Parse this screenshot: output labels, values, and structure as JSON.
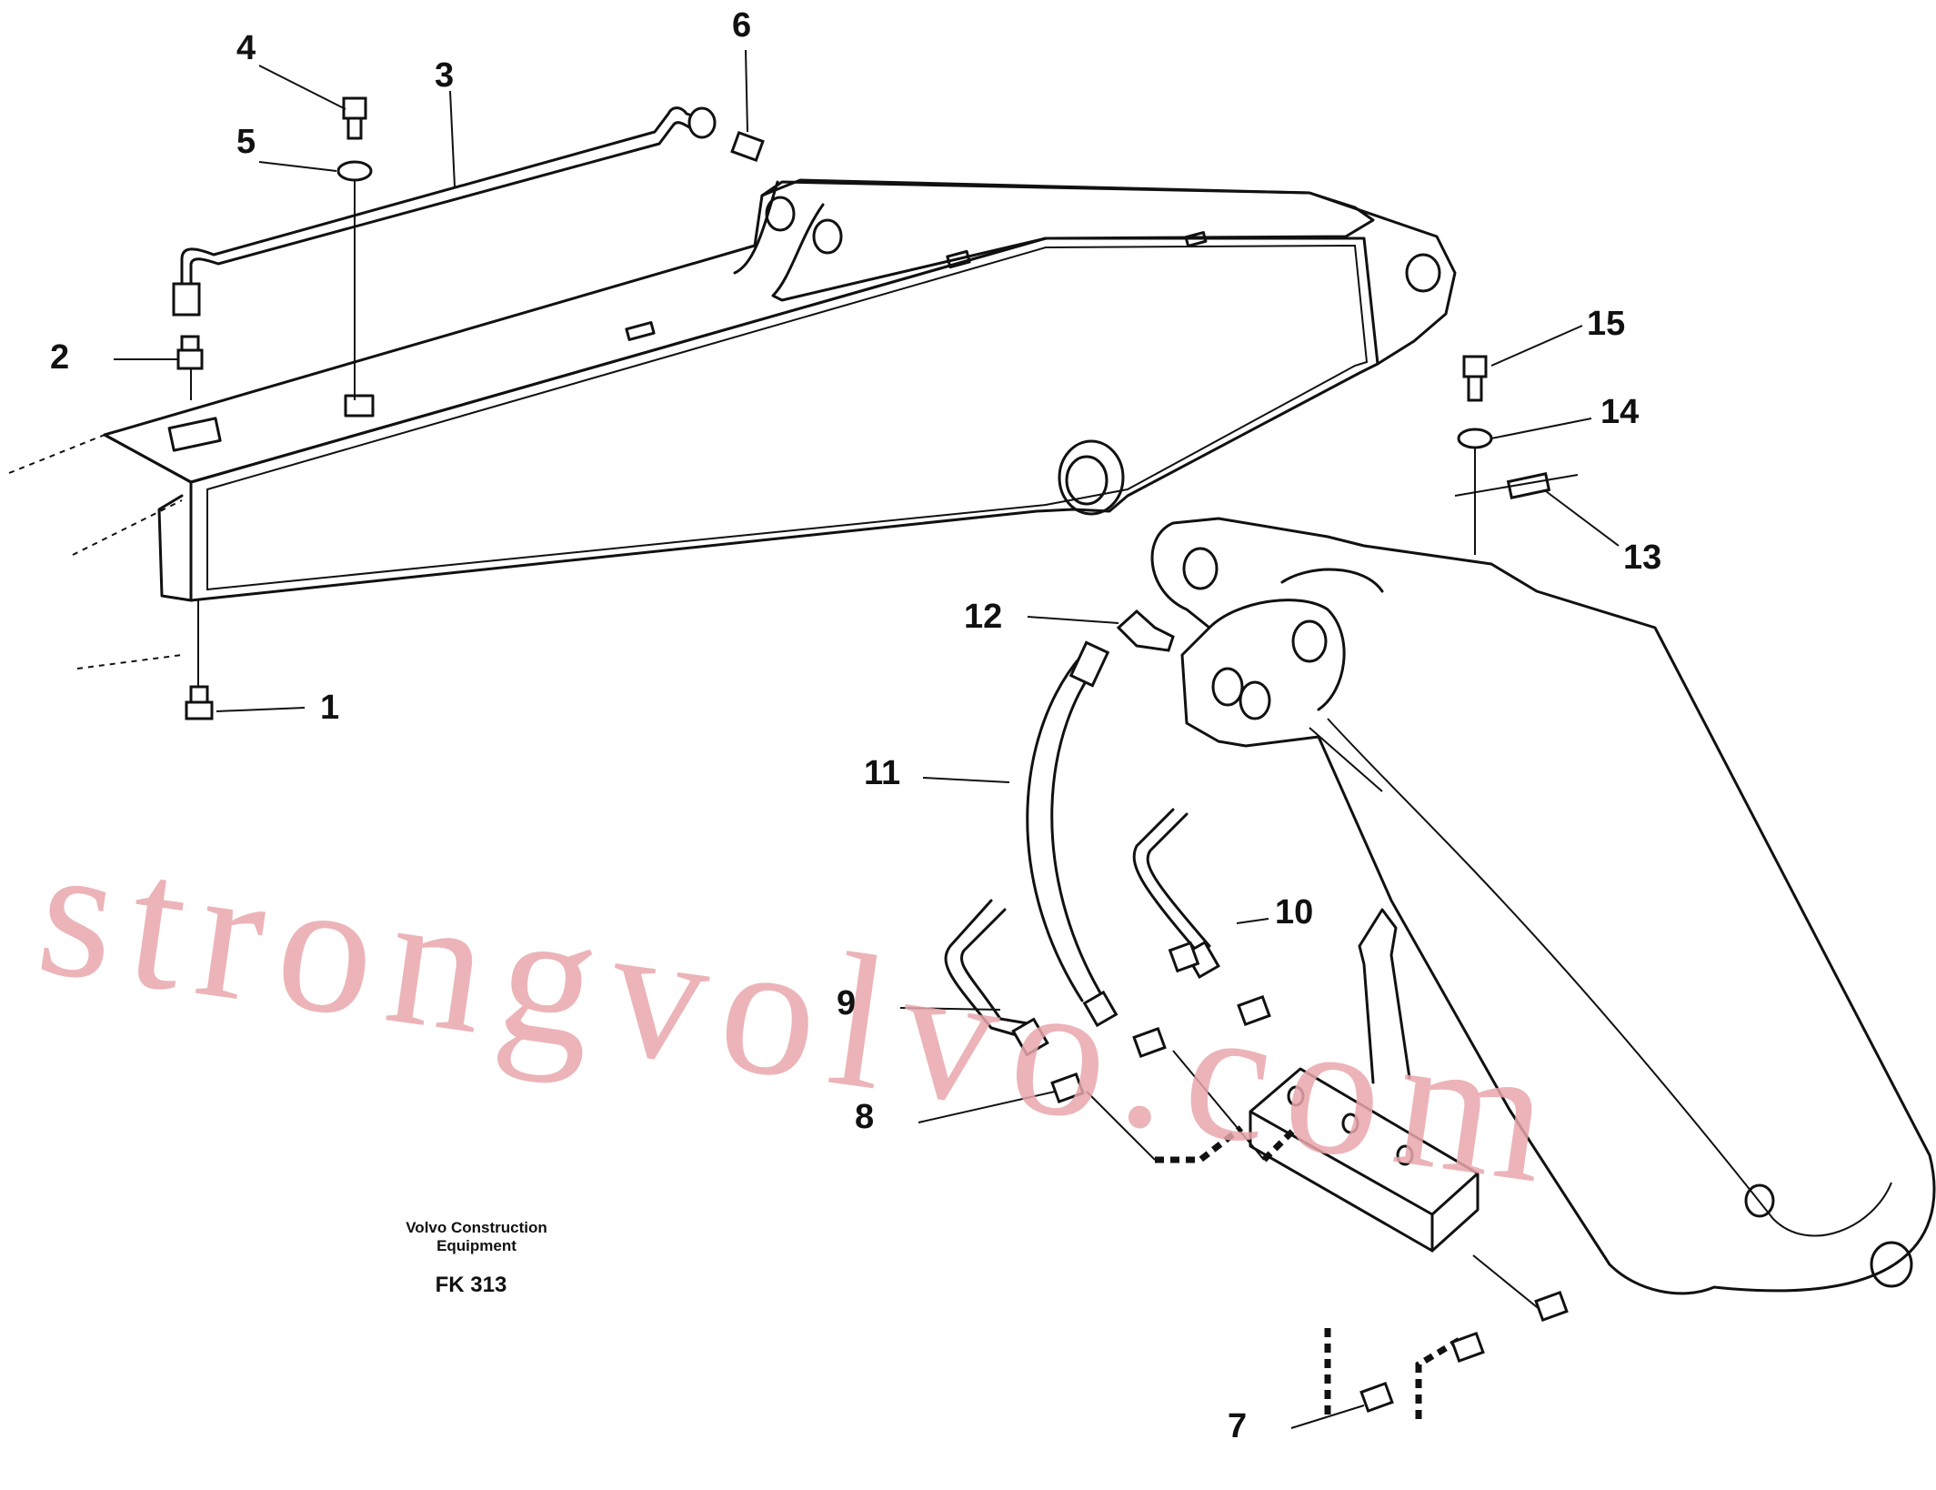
{
  "parts": [
    {
      "id": "label-1",
      "text": "1"
    },
    {
      "id": "label-2",
      "text": "2"
    },
    {
      "id": "label-3",
      "text": "3"
    },
    {
      "id": "label-4",
      "text": "4"
    },
    {
      "id": "label-5",
      "text": "5"
    },
    {
      "id": "label-6",
      "text": "6"
    },
    {
      "id": "label-7",
      "text": "7"
    },
    {
      "id": "label-8",
      "text": "8"
    },
    {
      "id": "label-9",
      "text": "9"
    },
    {
      "id": "label-10",
      "text": "10"
    },
    {
      "id": "label-11",
      "text": "11"
    },
    {
      "id": "label-12",
      "text": "12"
    },
    {
      "id": "label-13",
      "text": "13"
    },
    {
      "id": "label-14",
      "text": "14"
    },
    {
      "id": "label-15",
      "text": "15"
    }
  ],
  "caption": {
    "company_line1": "Volvo Construction",
    "company_line2": "Equipment",
    "code": "FK 313"
  },
  "watermark": {
    "text": "strongvolvo.com",
    "color": "#e9a7ab"
  }
}
